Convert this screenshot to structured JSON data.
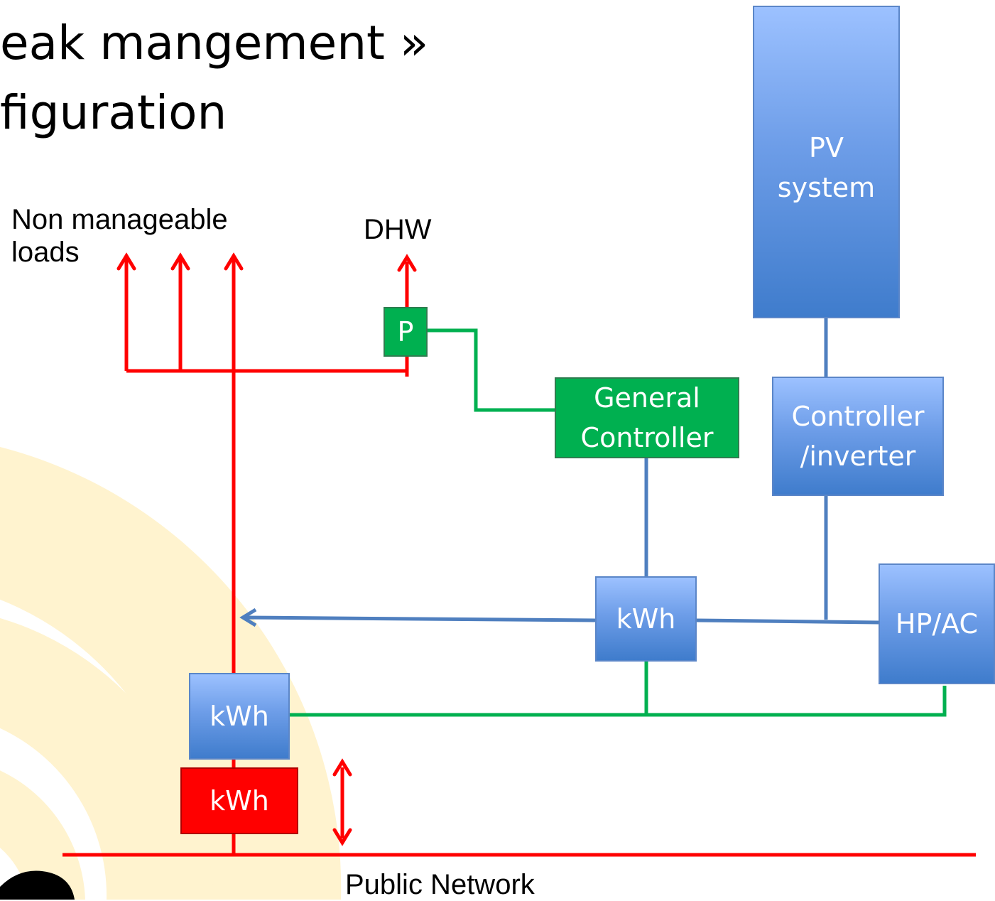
{
  "title": {
    "line1": "eak mangement »",
    "line2": "figuration"
  },
  "labels": {
    "non_manageable_loads": "Non manageable\nloads",
    "dhw": "DHW",
    "public_network": "Public Network"
  },
  "boxes": {
    "pv_system": "PV\nsystem",
    "controller_inverter": "Controller\n/inverter",
    "general_controller": "General\nController",
    "pump": "P",
    "kwh_hp": "kWh",
    "hp_ac": "HP/AC",
    "kwh_house": "kWh",
    "kwh_grid": "kWh"
  },
  "colors": {
    "power_line": "#ff0000",
    "control_line": "#00b050",
    "heat_line": "#4f7fbf",
    "blue_box": "#6d9de8",
    "background_logo": "#fff2cc"
  }
}
